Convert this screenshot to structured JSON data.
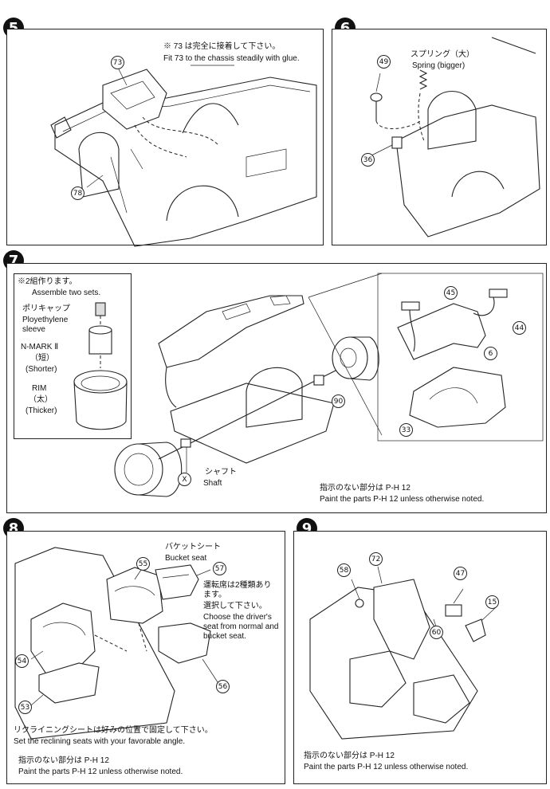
{
  "steps": {
    "s5": {
      "number": "5",
      "note_jp": "※ 73 は完全に接着して下さい。",
      "note_en": "Fit 73 to the chassis steadily with glue.",
      "parts": [
        "73",
        "78"
      ]
    },
    "s6": {
      "number": "6",
      "label_jp": "スプリング（大）",
      "label_en": "Spring (bigger)",
      "parts": [
        "49",
        "36"
      ]
    },
    "s7": {
      "number": "7",
      "inset_title_jp": "※2組作ります。",
      "inset_title_en": "Assemble two sets.",
      "polycap_jp": "ポリキャップ",
      "polycap_en1": "Ployethylene",
      "polycap_en2": "sleeve",
      "nmark": "N-MARK Ⅱ",
      "short_jp": "（短）",
      "short_en": "(Shorter)",
      "rim": "RIM",
      "thick_jp": "（太）",
      "thick_en": "(Thicker)",
      "shaft_jp": "シャフト",
      "shaft_en": "Shaft",
      "shaft_part": "X",
      "parts": [
        "45",
        "44",
        "6",
        "33",
        "90"
      ],
      "paint_jp": "指示のない部分は P-H 12",
      "paint_en": "Paint the parts P-H 12 unless otherwise noted."
    },
    "s8": {
      "number": "8",
      "bucket_jp": "バケットシート",
      "bucket_en": "Bucket seat",
      "choose_jp1": "運転席は2種類あり",
      "choose_jp2": "ます。",
      "choose_jp3": "選択して下さい。",
      "choose_en1": "Choose the driver's",
      "choose_en2": "seat from normal and",
      "choose_en3": "bucket seat.",
      "recline_jp": "リクライニングシートは好みの位置で固定して下さい。",
      "recline_en": "Set the reclining seats with your favorable angle.",
      "parts": [
        "55",
        "57",
        "54",
        "53",
        "56"
      ],
      "paint_jp": "指示のない部分は P-H 12",
      "paint_en": "Paint the parts P-H 12 unless otherwise noted."
    },
    "s9": {
      "number": "9",
      "parts": [
        "58",
        "72",
        "47",
        "15",
        "60"
      ],
      "paint_jp": "指示のない部分は P-H 12",
      "paint_en": "Paint the parts P-H 12 unless otherwise noted."
    }
  }
}
